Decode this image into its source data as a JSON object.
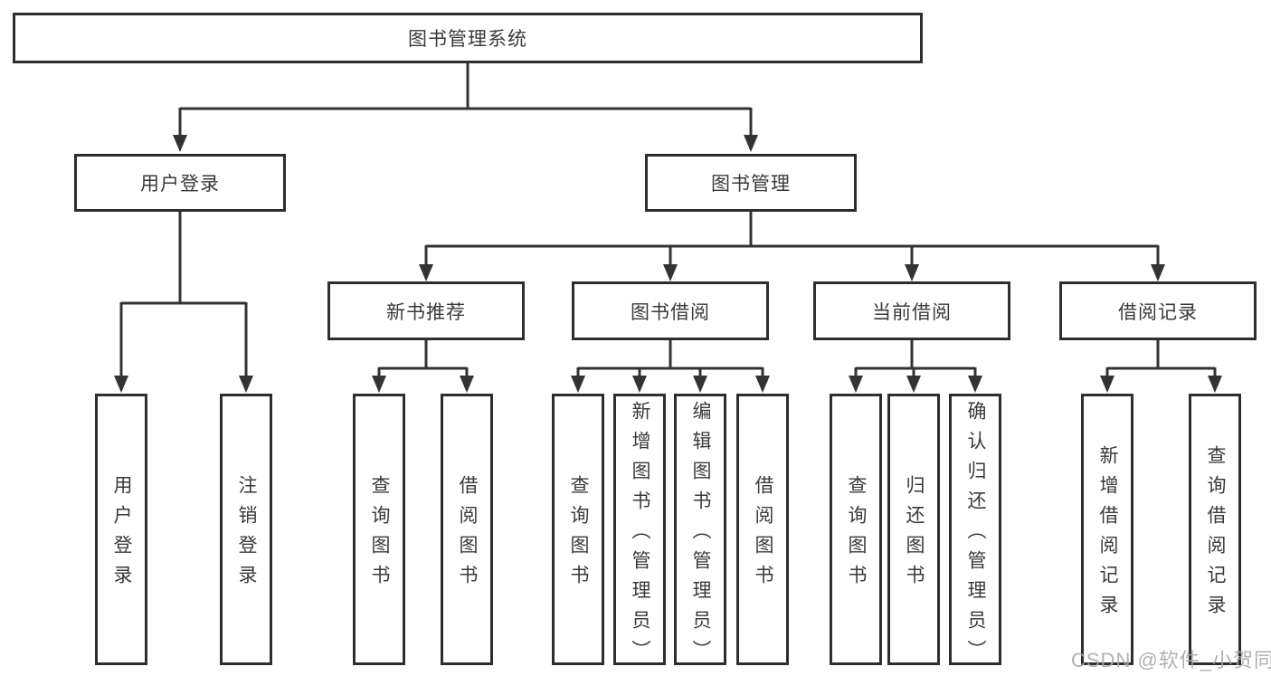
{
  "diagram": {
    "type": "hierarchy-tree",
    "root": {
      "label": "图书管理系统"
    },
    "level2": [
      {
        "label": "用户登录"
      },
      {
        "label": "图书管理"
      }
    ],
    "level3": [
      {
        "label": "新书推荐",
        "parent": "图书管理"
      },
      {
        "label": "图书借阅",
        "parent": "图书管理"
      },
      {
        "label": "当前借阅",
        "parent": "图书管理"
      },
      {
        "label": "借阅记录",
        "parent": "图书管理"
      }
    ],
    "leaves": [
      {
        "label": "用户登录",
        "parent": "用户登录"
      },
      {
        "label": "注销登录",
        "parent": "用户登录"
      },
      {
        "label": "查询图书",
        "parent": "新书推荐"
      },
      {
        "label": "借阅图书",
        "parent": "新书推荐"
      },
      {
        "label": "查询图书",
        "parent": "图书借阅"
      },
      {
        "label": "新增图书（管理员）",
        "parent": "图书借阅"
      },
      {
        "label": "编辑图书（管理员）",
        "parent": "图书借阅"
      },
      {
        "label": "借阅图书",
        "parent": "图书借阅"
      },
      {
        "label": "查询图书",
        "parent": "当前借阅"
      },
      {
        "label": "归还图书",
        "parent": "当前借阅"
      },
      {
        "label": "确认归还（管理员）",
        "parent": "当前借阅"
      },
      {
        "label": "新增借阅记录",
        "parent": "借阅记录"
      },
      {
        "label": "查询借阅记录",
        "parent": "借阅记录"
      }
    ]
  },
  "watermark": {
    "text": "CSDN @软件_小贺同学"
  },
  "colors": {
    "line": "#333333",
    "box_border": "#2e2e2e",
    "text": "#3a3a3a",
    "background": "#ffffff",
    "watermark": "#a9a9a9"
  }
}
